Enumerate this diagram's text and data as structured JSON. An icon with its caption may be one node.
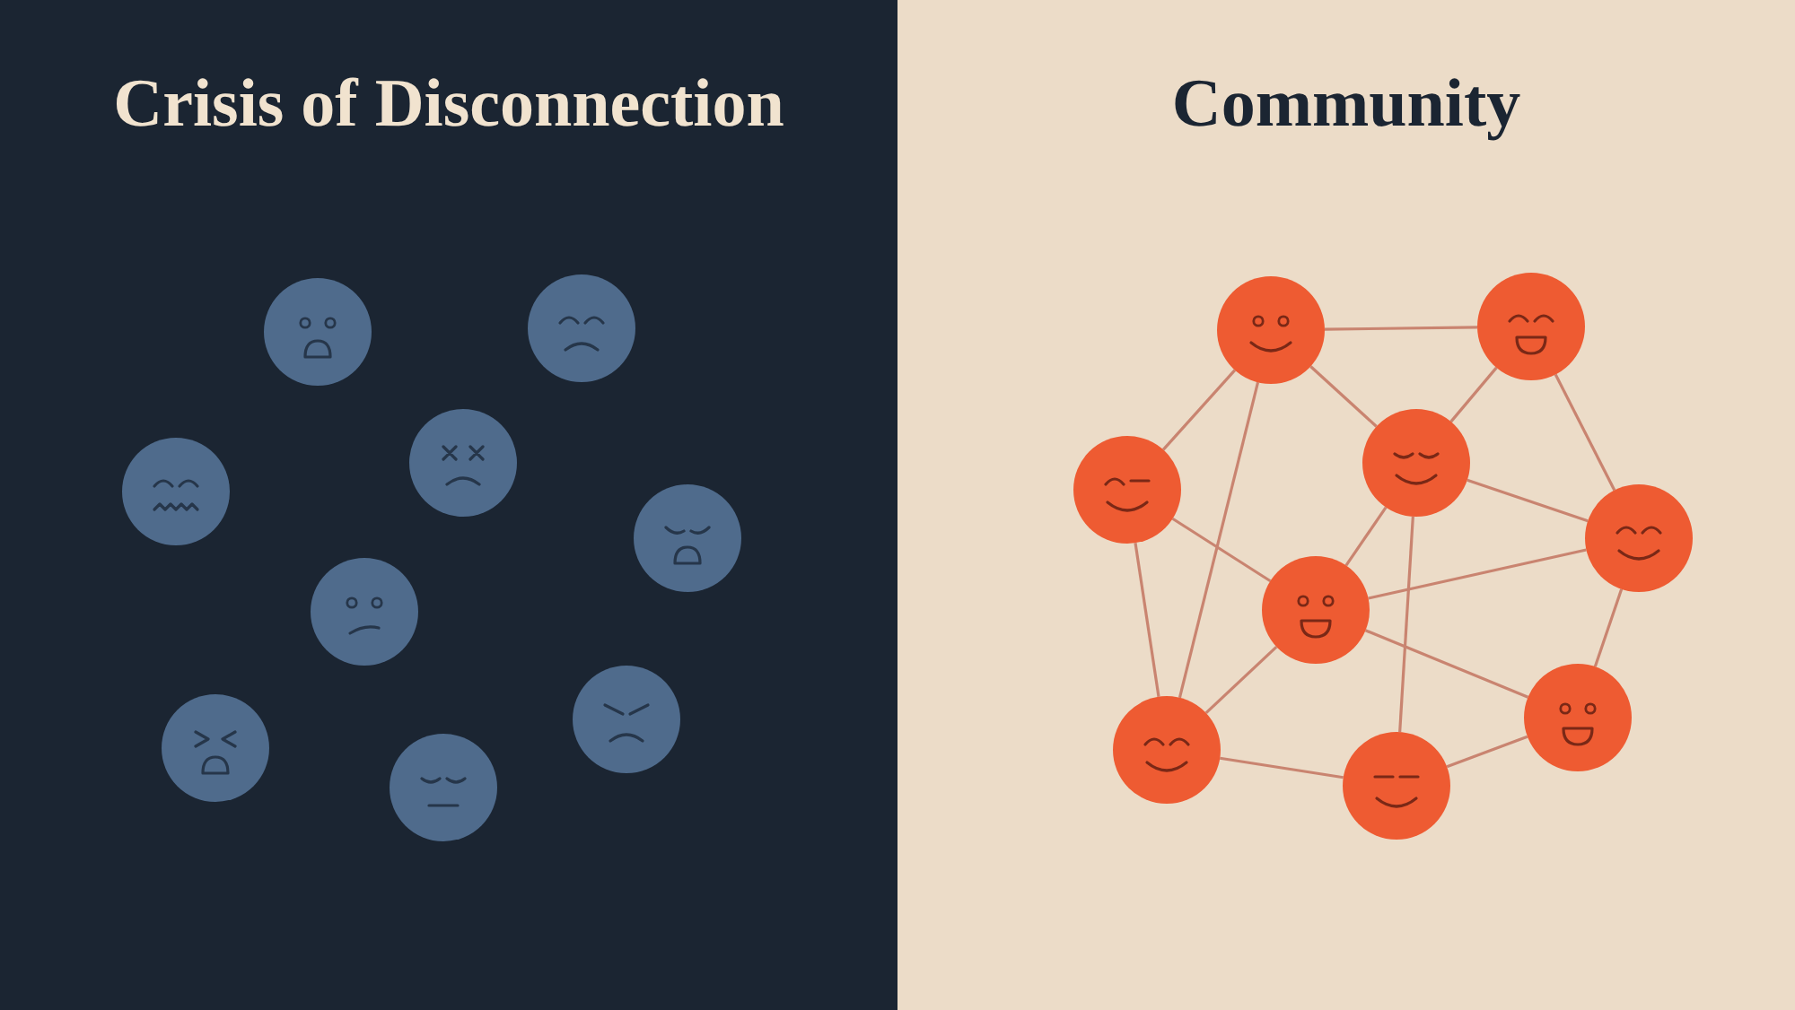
{
  "diagram": {
    "nodes": [
      {
        "text": [
          "Crisis of Disconnection"
        ]
      },
      {
        "text": [],
        "shape": "circle",
        "in": 0
      },
      {
        "text": [],
        "shape": "circle",
        "in": 0
      },
      {
        "text": [],
        "shape": "circle",
        "in": 0
      },
      {
        "text": [],
        "shape": "circle",
        "in": 0
      },
      {
        "text": [],
        "shape": "circle",
        "in": 0
      },
      {
        "text": [],
        "shape": "circle",
        "in": 0
      },
      {
        "text": [],
        "shape": "circle",
        "in": 0
      },
      {
        "text": [],
        "shape": "circle",
        "in": 0
      },
      {
        "text": [],
        "shape": "circle",
        "in": 0
      },
      {
        "text": [
          "Community"
        ]
      },
      {
        "text": [],
        "shape": "circle",
        "in": 10
      },
      {
        "text": [],
        "shape": "circle",
        "in": 10
      },
      {
        "text": [],
        "shape": "circle",
        "in": 10
      },
      {
        "text": [],
        "shape": "circle",
        "in": 10
      },
      {
        "text": [],
        "shape": "circle",
        "in": 10
      },
      {
        "text": [],
        "shape": "circle",
        "in": 10
      },
      {
        "text": [],
        "shape": "circle",
        "in": 10
      },
      {
        "text": [],
        "shape": "circle",
        "in": 10
      },
      {
        "text": [],
        "shape": "circle",
        "in": 10
      }
    ],
    "edges": [
      {
        "from": 11,
        "to": 12,
        "arrow": "none"
      },
      {
        "from": 11,
        "to": 13,
        "arrow": "none"
      },
      {
        "from": 11,
        "to": 17,
        "arrow": "none"
      },
      {
        "from": 11,
        "to": 14,
        "arrow": "none"
      },
      {
        "from": 12,
        "to": 14,
        "arrow": "none"
      },
      {
        "from": 12,
        "to": 15,
        "arrow": "none"
      },
      {
        "from": 13,
        "to": 16,
        "arrow": "none"
      },
      {
        "from": 13,
        "to": 17,
        "arrow": "none"
      },
      {
        "from": 14,
        "to": 16,
        "arrow": "none"
      },
      {
        "from": 14,
        "to": 15,
        "arrow": "none"
      },
      {
        "from": 14,
        "to": 18,
        "arrow": "none"
      },
      {
        "from": 15,
        "to": 16,
        "arrow": "none"
      },
      {
        "from": 15,
        "to": 19,
        "arrow": "none"
      },
      {
        "from": 16,
        "to": 17,
        "arrow": "none"
      },
      {
        "from": 16,
        "to": 19,
        "arrow": "none"
      },
      {
        "from": 17,
        "to": 18,
        "arrow": "none"
      },
      {
        "from": 18,
        "to": 19,
        "arrow": "none"
      }
    ]
  }
}
